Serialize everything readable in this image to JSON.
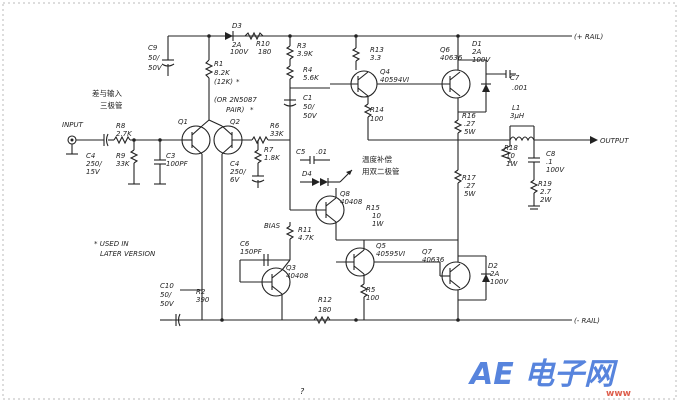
{
  "title_caption": "?",
  "rails": {
    "pos": "(+ RAIL)",
    "neg": "(- RAIL)",
    "output": "OUTPUT",
    "input": "INPUT"
  },
  "notes": {
    "diff_pair_cn_1": "差与输入",
    "diff_pair_cn_2": "三极管",
    "temp_comp_cn_1": "温度补偿",
    "temp_comp_cn_2": "用双二极管",
    "used_1": "* USED IN",
    "used_2": "LATER VERSION",
    "bias": "BIAS"
  },
  "components": {
    "D3": [
      "D3",
      "2A",
      "100V"
    ],
    "R10": [
      "R10",
      "180"
    ],
    "C9": [
      "C9",
      "50/",
      "50V"
    ],
    "R1": [
      "R1",
      "8.2K",
      "(12K)",
      "*"
    ],
    "R3": [
      "R3",
      "3.9K"
    ],
    "R4": [
      "R4",
      "5.6K"
    ],
    "R13": [
      "R13",
      "3.3"
    ],
    "Q4": [
      "Q4",
      "40594VI"
    ],
    "Q6": [
      "Q6",
      "40636"
    ],
    "D1": [
      "D1",
      "2A",
      "100V"
    ],
    "C7": [
      "C7",
      ".001"
    ],
    "C1": [
      "C1",
      "50/",
      "50V"
    ],
    "R14": [
      "R14",
      "100"
    ],
    "R16": [
      "R16",
      ".27",
      "5W"
    ],
    "L1": [
      "L1",
      "3μH"
    ],
    "Q1": [
      "Q1"
    ],
    "Q2": [
      "Q2",
      "(OR 2N5087",
      "PAIR)",
      "*"
    ],
    "R8": [
      "R8",
      "2.7K"
    ],
    "R9": [
      "R9",
      "33K"
    ],
    "C4a": [
      "C4",
      "250/",
      "15V"
    ],
    "C3": [
      "C3",
      "100PF"
    ],
    "R6": [
      "R6",
      "33K"
    ],
    "R7": [
      "R7",
      "1.8K"
    ],
    "C4b": [
      "C4",
      "250/",
      "6V"
    ],
    "C5": [
      "C5",
      ".01"
    ],
    "D4": [
      "D4"
    ],
    "Q8": [
      "Q8",
      "40408"
    ],
    "R18": [
      "R18",
      "10",
      "1W"
    ],
    "C8": [
      "C8",
      ".1",
      "100V"
    ],
    "R19": [
      "R19",
      "2.7",
      "2W"
    ],
    "R17": [
      "R17",
      ".27",
      "5W"
    ],
    "R11": [
      "R11",
      "4.7K"
    ],
    "R15": [
      "R15",
      "10",
      "1W"
    ],
    "C6": [
      "C6",
      "150PF"
    ],
    "Q5": [
      "Q5",
      "40595VI"
    ],
    "Q7": [
      "Q7",
      "40636"
    ],
    "D2": [
      "D2",
      "2A",
      "100V"
    ],
    "Q3": [
      "Q3",
      "40408"
    ],
    "R5": [
      "R5",
      "100"
    ],
    "C10": [
      "C10",
      "50/",
      "50V"
    ],
    "R2": [
      "R2",
      "390"
    ],
    "R12": [
      "R12",
      "180"
    ]
  },
  "watermark": {
    "glyphs": "AE 电子网",
    "sub": "www"
  }
}
